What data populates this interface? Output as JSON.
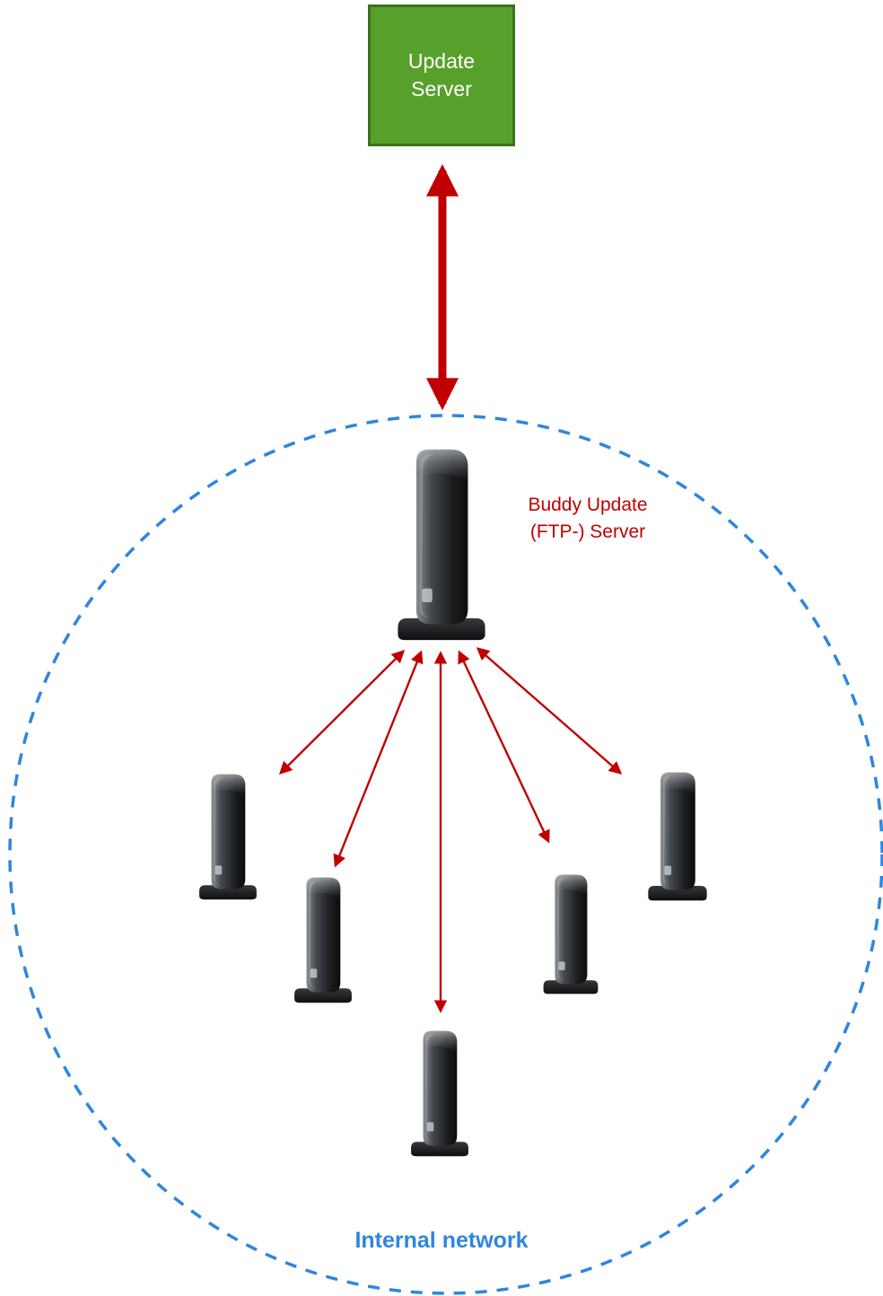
{
  "colors": {
    "update_fill": "#58a02c",
    "update_border": "#3b701c",
    "arrow_red": "#c00000",
    "label_red": "#c00000",
    "network_blue": "#2e86de"
  },
  "update_server": {
    "label": "Update Server"
  },
  "buddy_server": {
    "label_line1": "Buddy Update",
    "label_line2": "(FTP-) Server"
  },
  "internal_network": {
    "label": "Internal network"
  },
  "devices": {
    "client_device_count": 5
  }
}
